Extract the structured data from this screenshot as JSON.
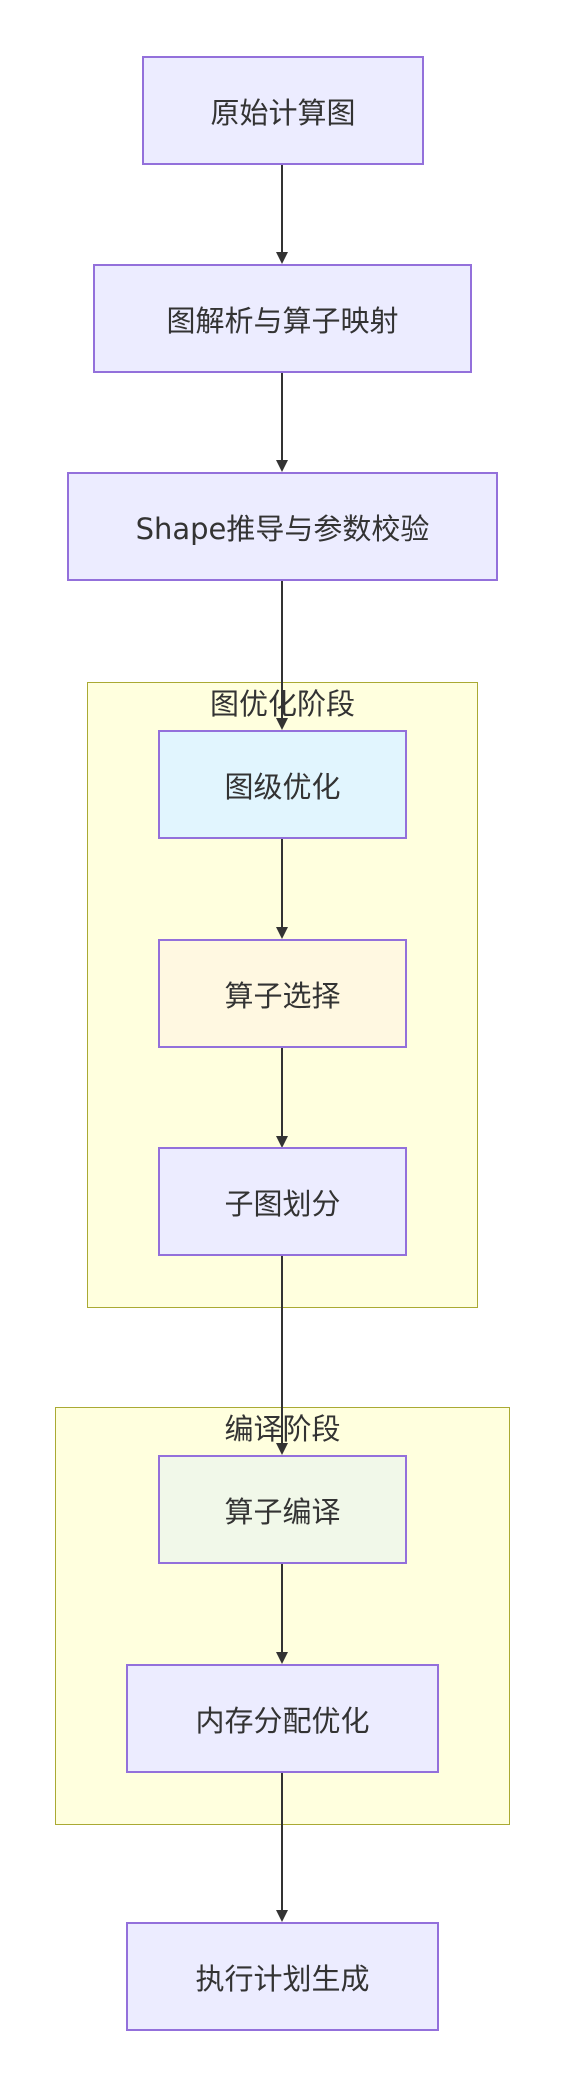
{
  "colors": {
    "node_default": "#ececff",
    "node_border": "#9370db",
    "node_blue": "#e1f5fe",
    "node_orange": "#fff8e1",
    "node_green": "#f1f8e9",
    "cluster_fill": "#ffffde",
    "cluster_border": "#aaaa33",
    "edge": "#333333",
    "text": "#333333"
  },
  "nodes": {
    "original_graph": "原始计算图",
    "graph_parse": "图解析与算子映射",
    "shape_infer": "Shape推导与参数校验",
    "graph_level_opt": "图级优化",
    "op_select": "算子选择",
    "subgraph_partition": "子图划分",
    "op_compile": "算子编译",
    "memory_opt": "内存分配优化",
    "exec_plan": "执行计划生成"
  },
  "clusters": {
    "graph_opt_stage": "图优化阶段",
    "compile_stage": "编译阶段"
  }
}
